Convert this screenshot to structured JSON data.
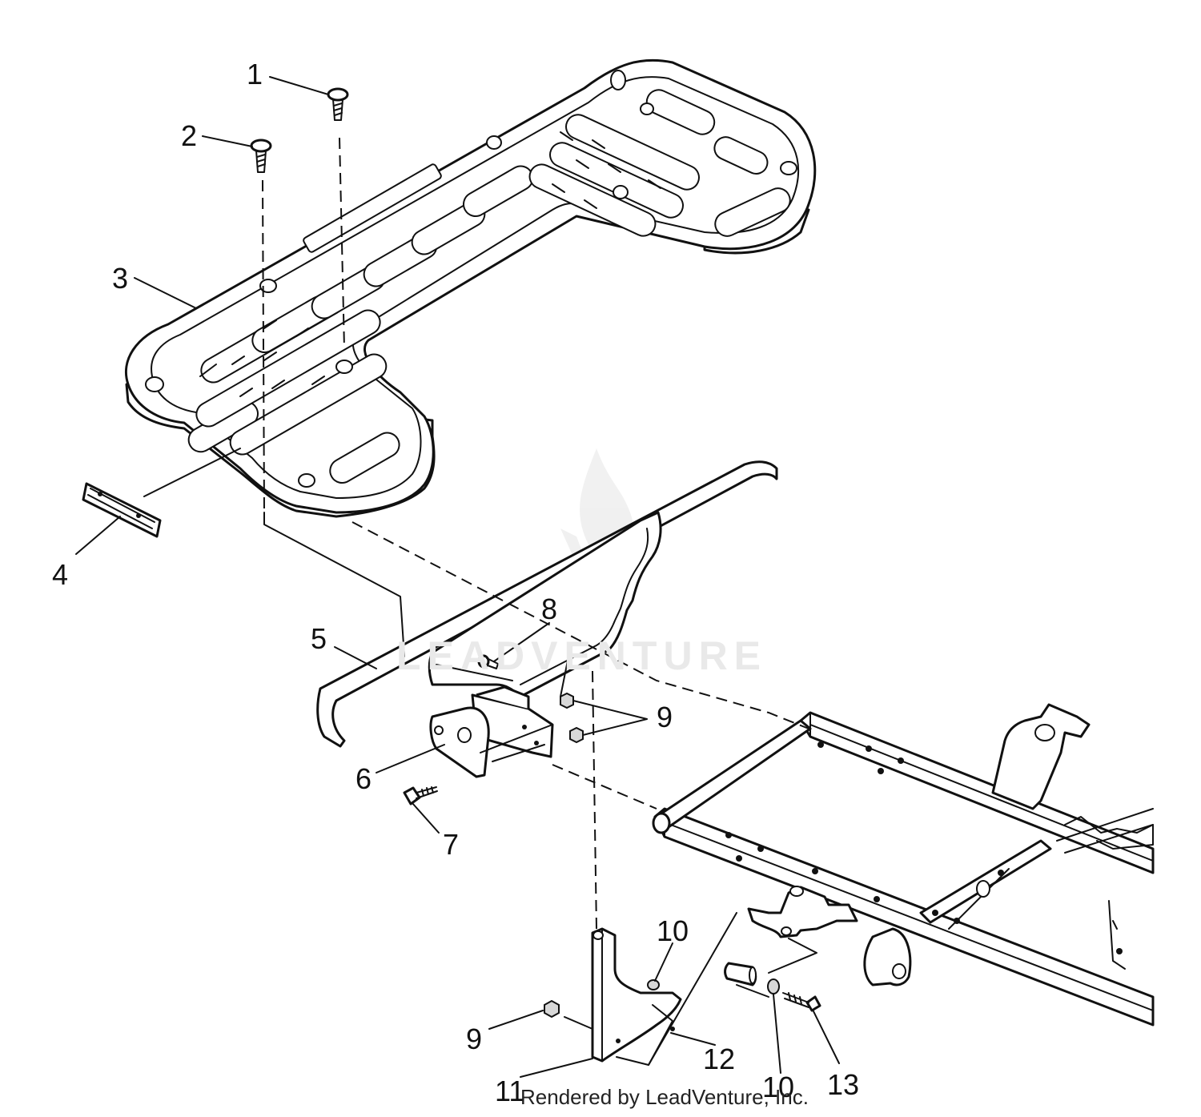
{
  "callouts": [
    {
      "id": "1",
      "text": "1"
    },
    {
      "id": "2",
      "text": "2"
    },
    {
      "id": "3",
      "text": "3"
    },
    {
      "id": "4",
      "text": "4"
    },
    {
      "id": "5",
      "text": "5"
    },
    {
      "id": "6",
      "text": "6"
    },
    {
      "id": "7",
      "text": "7"
    },
    {
      "id": "8",
      "text": "8"
    },
    {
      "id": "9a",
      "text": "9"
    },
    {
      "id": "9b",
      "text": "9"
    },
    {
      "id": "10a",
      "text": "10"
    },
    {
      "id": "10b",
      "text": "10"
    },
    {
      "id": "11",
      "text": "11"
    },
    {
      "id": "12",
      "text": "12"
    },
    {
      "id": "13",
      "text": "13"
    }
  ],
  "credit": "Rendered by LeadVenture, Inc.",
  "watermark": "LEADVENTURE",
  "colors": {
    "ink": "#111111",
    "paper": "#ffffff",
    "watermark": "#e9e9e9"
  }
}
